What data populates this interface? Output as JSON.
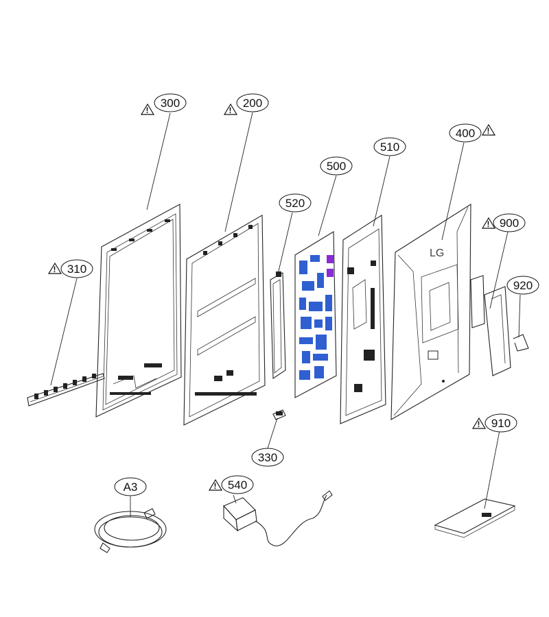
{
  "parts": {
    "p300": "300",
    "p200": "200",
    "p310": "310",
    "p520": "520",
    "p500": "500",
    "p510": "510",
    "p400": "400",
    "p900": "900",
    "p920": "920",
    "p330": "330",
    "p910": "910",
    "pA3": "A3",
    "p540": "540"
  },
  "warning_symbol": "!",
  "colors": {
    "line": "#222222",
    "board_blue": "#2f5fd0",
    "connector_purple": "#8a2bd6"
  },
  "icons": [
    "warning-triangle-icon"
  ]
}
